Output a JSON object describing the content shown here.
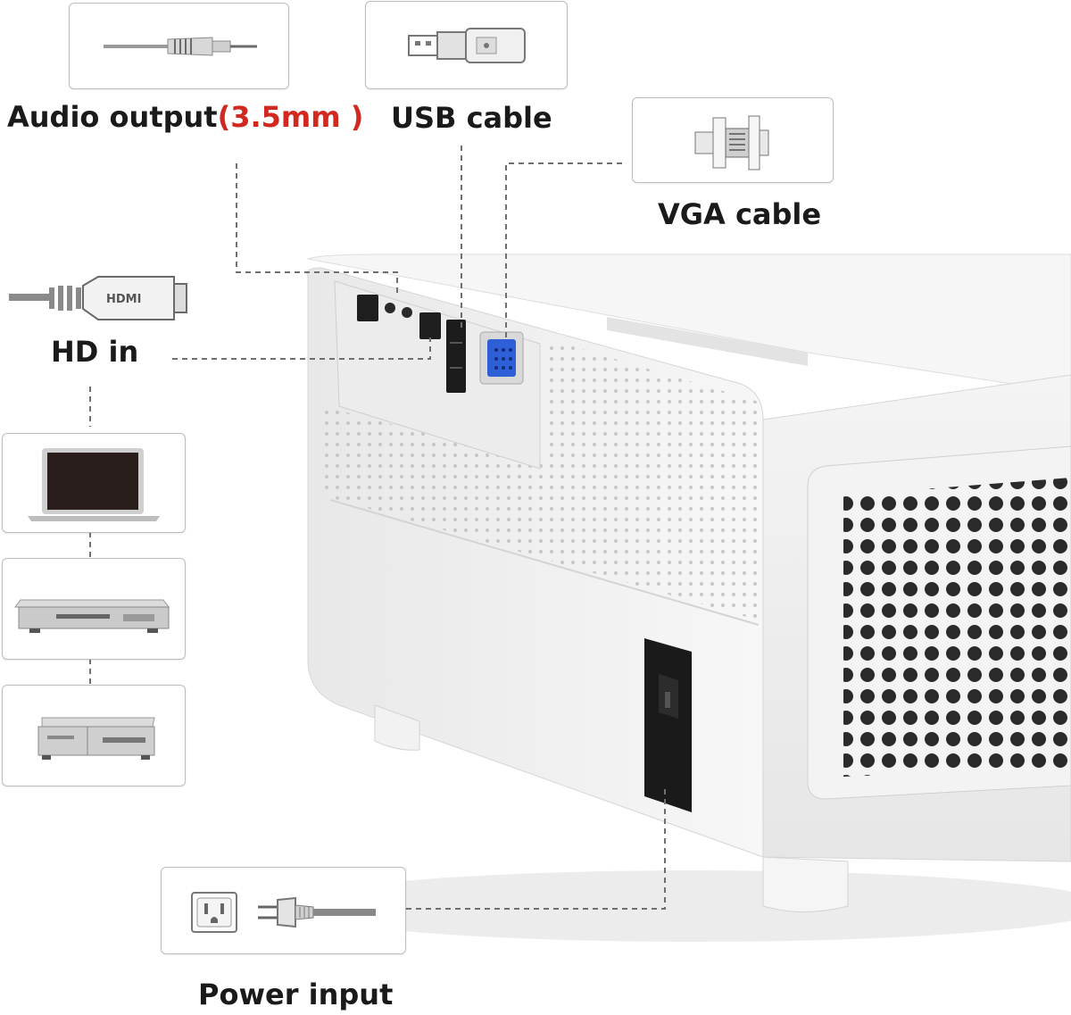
{
  "labels": {
    "audio_output": "Audio output",
    "audio_spec": "(3.5mm )",
    "usb_cable": "USB cable",
    "vga_cable": "VGA cable",
    "hd_in": "HD in",
    "power_input": "Power input"
  },
  "hdmi_plug_text": "HDMI",
  "colors": {
    "accent_red": "#d1281f",
    "dash_line": "#6f6f6f",
    "box_border": "#bdbdbd",
    "vga_port": "#2f5fd6",
    "projector_body": "#f1f1f1"
  }
}
